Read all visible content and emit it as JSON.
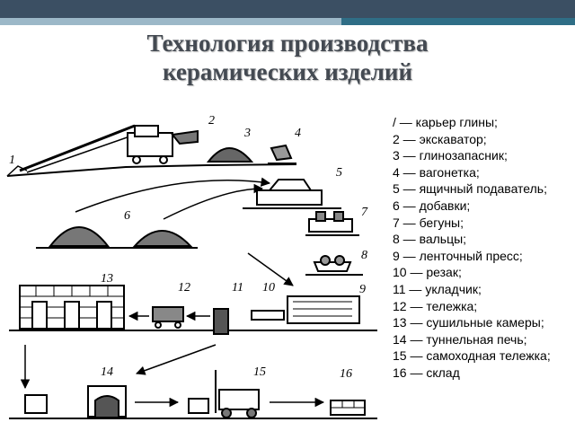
{
  "slide": {
    "title_line1": "Технология производства",
    "title_line2": "керамических изделий"
  },
  "legend": [
    "/ — карьер глины;",
    "2 — экскаватор;",
    "3 — глинозапасник;",
    "4 — вагонетка;",
    "5 — ящичный подаватель;",
    "6 — добавки;",
    "7 — бегуны;",
    "8 — вальцы;",
    "9 — ленточный пресс;",
    "10 — резак;",
    "11 — укладчик;",
    "12 — тележка;",
    "13 — сушильные камеры;",
    "14 — туннельная печь;",
    "15 — самоходная тележка;",
    "16 — склад"
  ],
  "diagram_labels": {
    "n1": "1",
    "n2": "2",
    "n3": "3",
    "n4": "4",
    "n5": "5",
    "n6": "6",
    "n7": "7",
    "n8": "8",
    "n9": "9",
    "n10": "10",
    "n11": "11",
    "n12": "12",
    "n13": "13",
    "n14": "14",
    "n15": "15",
    "n16": "16"
  },
  "colors": {
    "topbar": "#3b4f63",
    "accent": "#9cb8c8",
    "title": "#444a52"
  }
}
